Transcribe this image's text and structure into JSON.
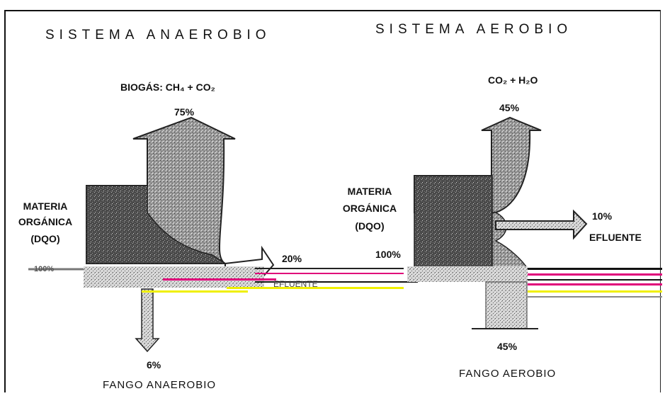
{
  "anaerobic": {
    "title": "SISTEMA ANAEROBIO",
    "gas_label": "BIOGÁS:  CH₄ + CO₂",
    "gas_pct": "75%",
    "input_label": [
      "MATERIA",
      "ORGÁNICA",
      "(DQO)"
    ],
    "input_pct": "100%",
    "effluent_pct": "20%",
    "effluent_label": "EFLUENTE",
    "sludge_pct": "6%",
    "sludge_label": "FANGO ANAEROBIO"
  },
  "aerobic": {
    "title": "SISTEMA AEROBIO",
    "gas_label": "CO₂ + H₂O",
    "gas_pct": "45%",
    "input_label": [
      "MATERIA",
      "ORGÁNICA",
      "(DQO)"
    ],
    "input_pct": "100%",
    "effluent_pct": "10%",
    "effluent_label": "EFLUENTE",
    "sludge_pct": "45%",
    "sludge_label": "FANGO AEROBIO"
  }
}
